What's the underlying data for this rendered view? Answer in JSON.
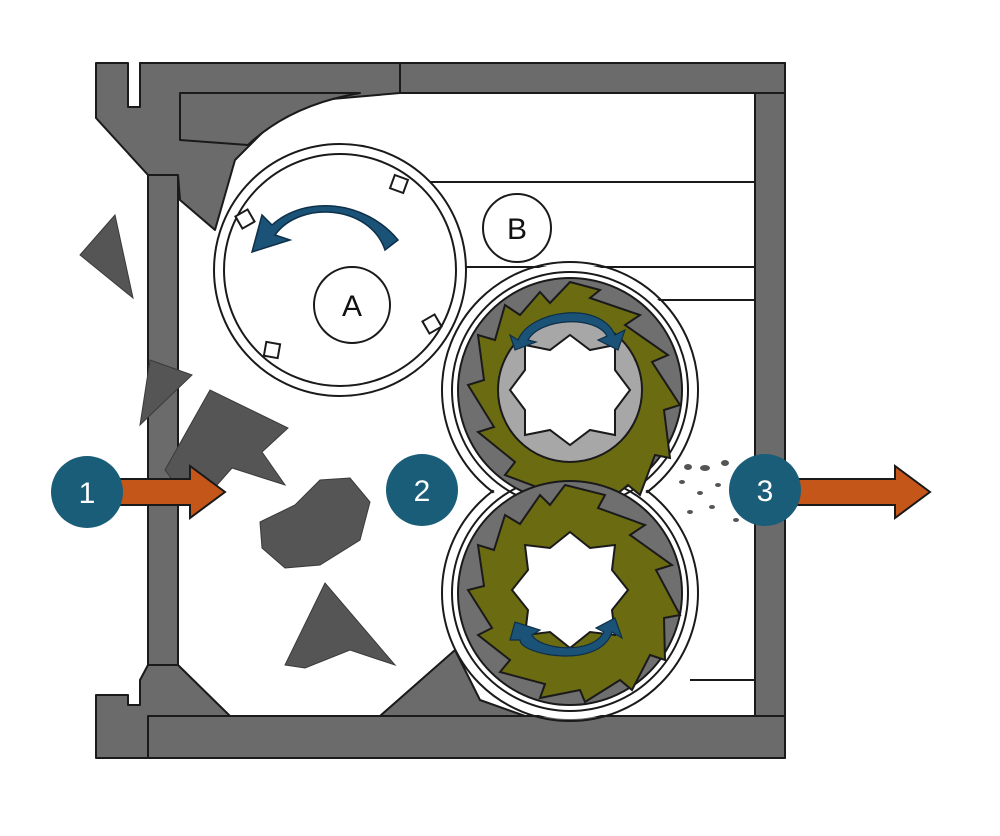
{
  "colors": {
    "housing": "#6b6b6b",
    "housing_outline": "#1a1a1a",
    "badge": "#1a5d78",
    "arrow": "#c4561a",
    "rotor_olive": "#6b6b12",
    "rotor_gray": "#6f6f6f",
    "hub_light": "#a7a7a7",
    "rotation_arrow": "#1b5277",
    "debris": "#555555"
  },
  "labels": {
    "step1": "1",
    "step2": "2",
    "step3": "3",
    "part_a": "A",
    "part_b": "B"
  },
  "icons": [
    "input-arrow-icon",
    "output-arrow-icon",
    "rotation-arrow-icon"
  ]
}
